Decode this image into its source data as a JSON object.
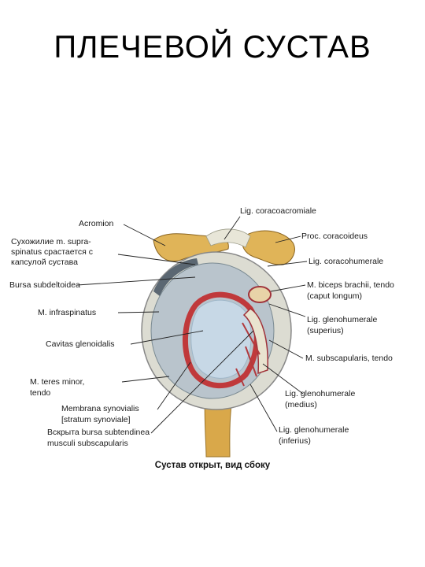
{
  "title": "ПЛЕЧЕВОЙ СУСТАВ",
  "labels": {
    "lig_coracoacromiale": "Lig. coracoacromiale",
    "acromion": "Acromion",
    "proc_coracoideus": "Proc. coracoideus",
    "suhozhilie_1": "Сухожилие m. supra-",
    "suhozhilie_2": "spinatus срастается с",
    "suhozhilie_3": "капсулой сустава",
    "lig_coracohumerale": "Lig. coracohumerale",
    "bursa_subdeltoidea": "Bursa subdeltoidea",
    "biceps_1": "M. biceps brachii, tendo",
    "biceps_2": "(caput longum)",
    "infraspinatus": "M. infraspinatus",
    "glenohum_sup_1": "Lig. glenohumerale",
    "glenohum_sup_2": "(superius)",
    "cavitas": "Cavitas glenoidalis",
    "subscapularis": "M. subscapularis, tendo",
    "teres_1": "M. teres minor,",
    "teres_2": "tendo",
    "glenohum_med_1": "Lig. glenohumerale",
    "glenohum_med_2": "(medius)",
    "membrana_1": "Membrana synovialis",
    "membrana_2": "[stratum synoviale]",
    "bursa_sub_1": "Вскрыта bursa subtendinea",
    "bursa_sub_2": "musculi subscapularis",
    "glenohum_inf_1": "Lig. glenohumerale",
    "glenohum_inf_2": "(inferius)"
  },
  "caption": "Сустав открыт, вид сбоку"
}
